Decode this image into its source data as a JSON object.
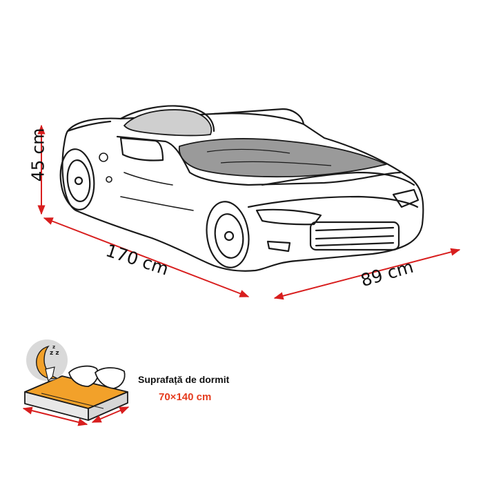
{
  "dimensions": {
    "height": "45 cm",
    "length": "170 cm",
    "width": "89 cm"
  },
  "sleeping_area": {
    "title": "Suprafață de dormit",
    "value": "70×140 cm"
  },
  "colors": {
    "dimension_line": "#d81e1e",
    "mattress": "#f2a12a",
    "accent_text": "#e53c1e",
    "outline": "#1a1a1a"
  },
  "icons": [
    "car-bed-illustration",
    "moon-sleep-icon",
    "mattress-icon",
    "pillow-icon"
  ]
}
